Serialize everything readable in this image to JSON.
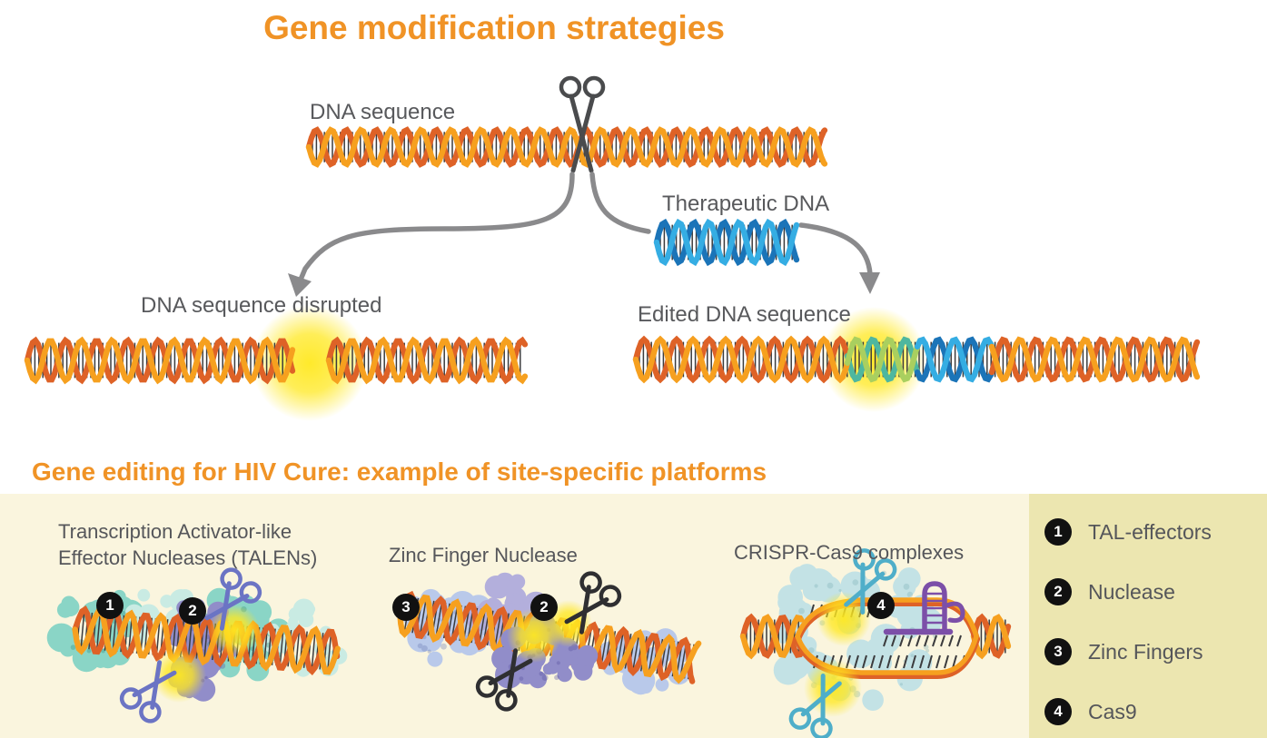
{
  "title": "Gene modification strategies",
  "flow": {
    "dna_sequence_label": "DNA sequence",
    "therapeutic_dna_label": "Therapeutic DNA",
    "disrupted_label": "DNA sequence disrupted",
    "edited_label": "Edited DNA sequence"
  },
  "section2": {
    "heading": "Gene editing for HIV Cure: example of site-specific platforms",
    "platforms": [
      {
        "line1": "Transcription Activator-like",
        "line2": "Effector Nucleases (TALENs)",
        "markers": [
          "1",
          "2"
        ]
      },
      {
        "line1": "Zinc Finger Nuclease",
        "line2": "",
        "markers": [
          "3",
          "2"
        ]
      },
      {
        "line1": "CRISPR-Cas9 complexes",
        "line2": "",
        "markers": [
          "4"
        ]
      }
    ],
    "legend": [
      {
        "n": "1",
        "label": "TAL-effectors"
      },
      {
        "n": "2",
        "label": "Nuclease"
      },
      {
        "n": "3",
        "label": "Zinc Fingers"
      },
      {
        "n": "4",
        "label": "Cas9"
      }
    ]
  },
  "colors": {
    "heading_orange": "#F09326",
    "text_gray": "#58595C",
    "arrow_gray": "#8A8A8C",
    "dna_front": "#F6A01F",
    "dna_back": "#DE6227",
    "dna_rung": "#3B3B3D",
    "blue_front": "#35ADE3",
    "blue_back": "#1B74B8",
    "green_front": "#A9CF5F",
    "green_back": "#4EB79F",
    "glow": "#FFE820",
    "panel_cream": "#FAF5DE",
    "panel_khaki": "#ECE6B0",
    "scissors_dark": "#4A4B4D",
    "scissors_blue": "#6B74C4",
    "scissors_black": "#2F2F31",
    "scissors_teal": "#4FAEC9",
    "blob_teal": "#8AD5C6",
    "blob_teal_light": "#C9EBE3",
    "blob_purple": "#918DC9",
    "blob_purple_light": "#B3AFDC",
    "blob_blue_light": "#B9C9EA",
    "blob_cas9": "#C3E2E5",
    "grna_purple": "#7C4FA8",
    "badge_black": "#111111"
  }
}
